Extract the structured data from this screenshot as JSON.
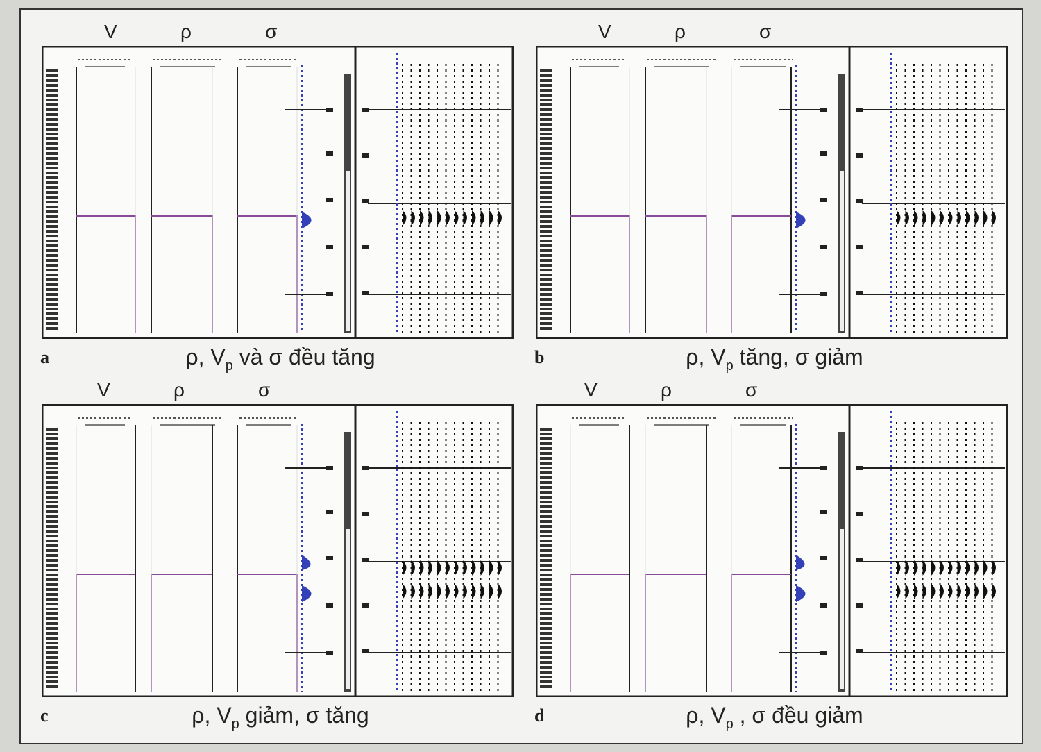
{
  "panels": [
    {
      "letter": "a",
      "header": {
        "v": "V",
        "rho": "ρ",
        "sigma": "σ"
      },
      "caption": {
        "pre": "ρ, V",
        "sub": "p",
        "post": " và σ đều tăng"
      },
      "steps": {
        "v": "right",
        "rho": "right",
        "sigma": "right"
      },
      "events": "single"
    },
    {
      "letter": "b",
      "header": {
        "v": "V",
        "rho": "ρ",
        "sigma": "σ"
      },
      "caption": {
        "pre": "ρ, V",
        "sub": "p",
        "post": " tăng, σ giảm"
      },
      "steps": {
        "v": "right",
        "rho": "right",
        "sigma": "left"
      },
      "events": "single"
    },
    {
      "letter": "c",
      "header": {
        "v": "V",
        "rho": "ρ",
        "sigma": "σ"
      },
      "caption": {
        "pre": "ρ, V",
        "sub": "p",
        "post": " giảm, σ tăng"
      },
      "steps": {
        "v": "left",
        "rho": "left",
        "sigma": "right"
      },
      "events": "double"
    },
    {
      "letter": "d",
      "header": {
        "v": "V",
        "rho": "ρ",
        "sigma": "σ"
      },
      "caption": {
        "pre": "ρ, V",
        "sub": "p",
        "post": " , σ đều giảm"
      },
      "steps": {
        "v": "left",
        "rho": "left",
        "sigma": "left"
      },
      "events": "double"
    }
  ],
  "colors": {
    "step": "#8a4a9a",
    "log": "#222222",
    "wavelet": "#3340b8",
    "trace": "#111111"
  }
}
